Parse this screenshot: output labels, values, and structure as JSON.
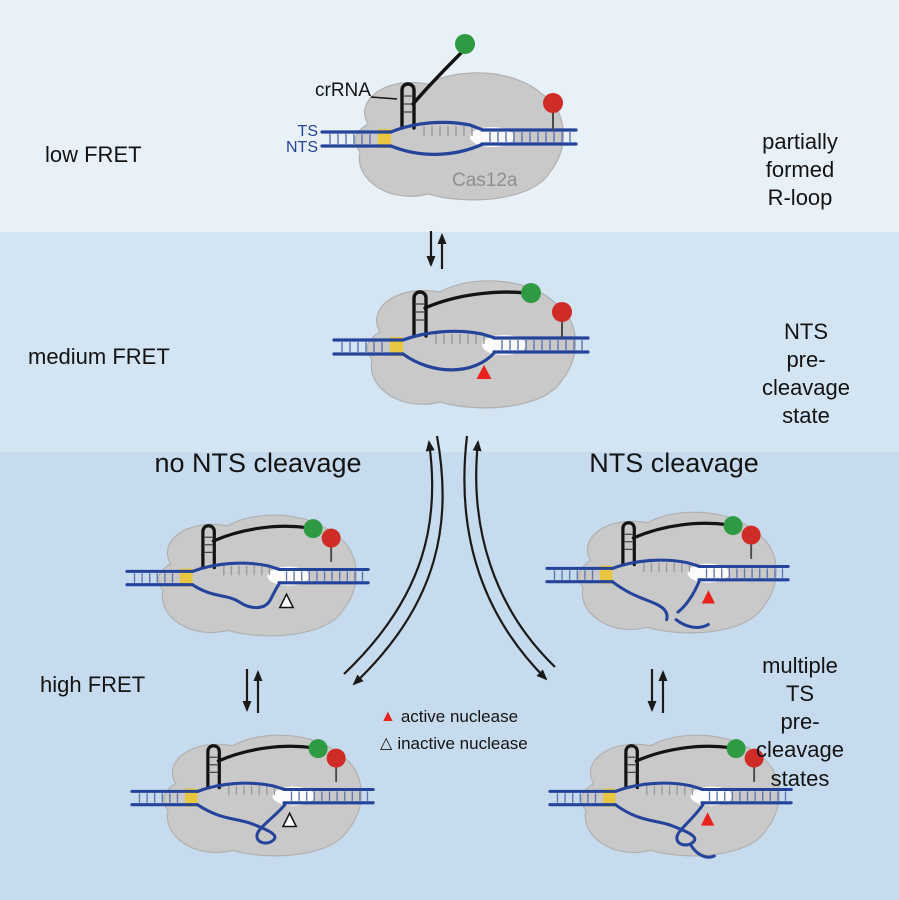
{
  "figure": {
    "rows": {
      "top": {
        "fret_label": "low FRET",
        "state_label": "partially formed\nR-loop"
      },
      "middle": {
        "fret_label": "medium FRET",
        "state_label": "NTS\npre-cleavage\nstate"
      },
      "bottom": {
        "left_heading": "no NTS cleavage",
        "right_heading": "NTS cleavage",
        "fret_label": "high FRET",
        "state_label": "multiple TS\npre-cleavage\nstates"
      }
    },
    "molecule_labels": {
      "crrna": "crRNA",
      "ts": "TS",
      "nts": "NTS",
      "protein": "Cas12a"
    },
    "legend": {
      "active_symbol": "▲",
      "active_label": "active nuclease",
      "inactive_symbol": "△",
      "inactive_label": "inactive nuclease"
    },
    "colors": {
      "band_top": "#e9f1f8",
      "band_middle": "#d3e4f3",
      "band_bottom": "#c7dbee",
      "protein_gray": "#c9c9c9",
      "dna_blue": "#24439a",
      "pam_yellow": "#e9c63f",
      "crrna_black": "#131313",
      "donor_green": "#2e9b44",
      "acceptor_red": "#cf2b27",
      "nuclease_red": "#e8211d"
    }
  }
}
